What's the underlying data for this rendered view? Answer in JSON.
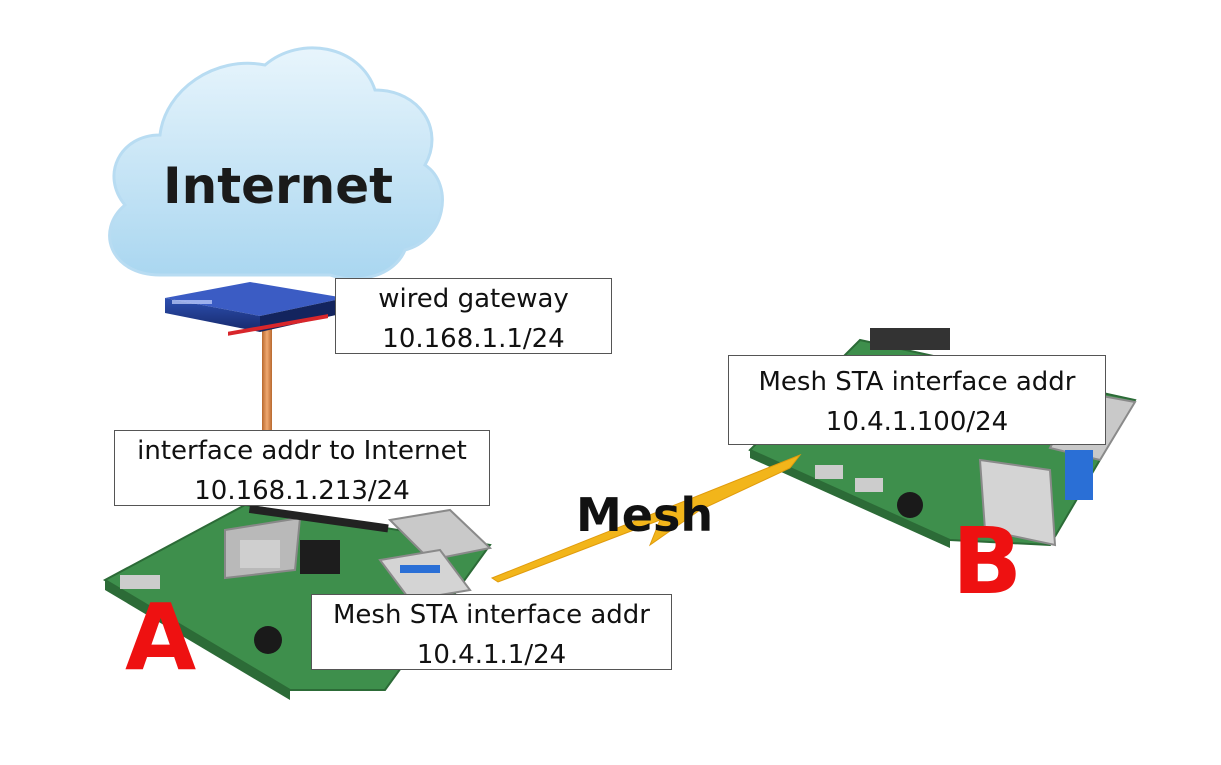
{
  "internet": {
    "label": "Internet"
  },
  "gateway": {
    "name": "wired gateway",
    "addr": "10.168.1.1/24"
  },
  "node_a": {
    "letter": "A",
    "uplink_label": "interface addr to Internet",
    "uplink_addr": "10.168.1.213/24",
    "mesh_label": "Mesh STA interface addr",
    "mesh_addr": "10.4.1.1/24"
  },
  "node_b": {
    "letter": "B",
    "mesh_label": "Mesh STA interface addr",
    "mesh_addr": "10.4.1.100/24"
  },
  "link": {
    "label": "Mesh"
  },
  "colors": {
    "node_letter": "#ee1111",
    "mesh_bolt": "#f2b51a",
    "cable": "#d9884a",
    "cloud": "#cfe9f8",
    "board": "#3e8f4c",
    "router": "#1f3a8a"
  }
}
